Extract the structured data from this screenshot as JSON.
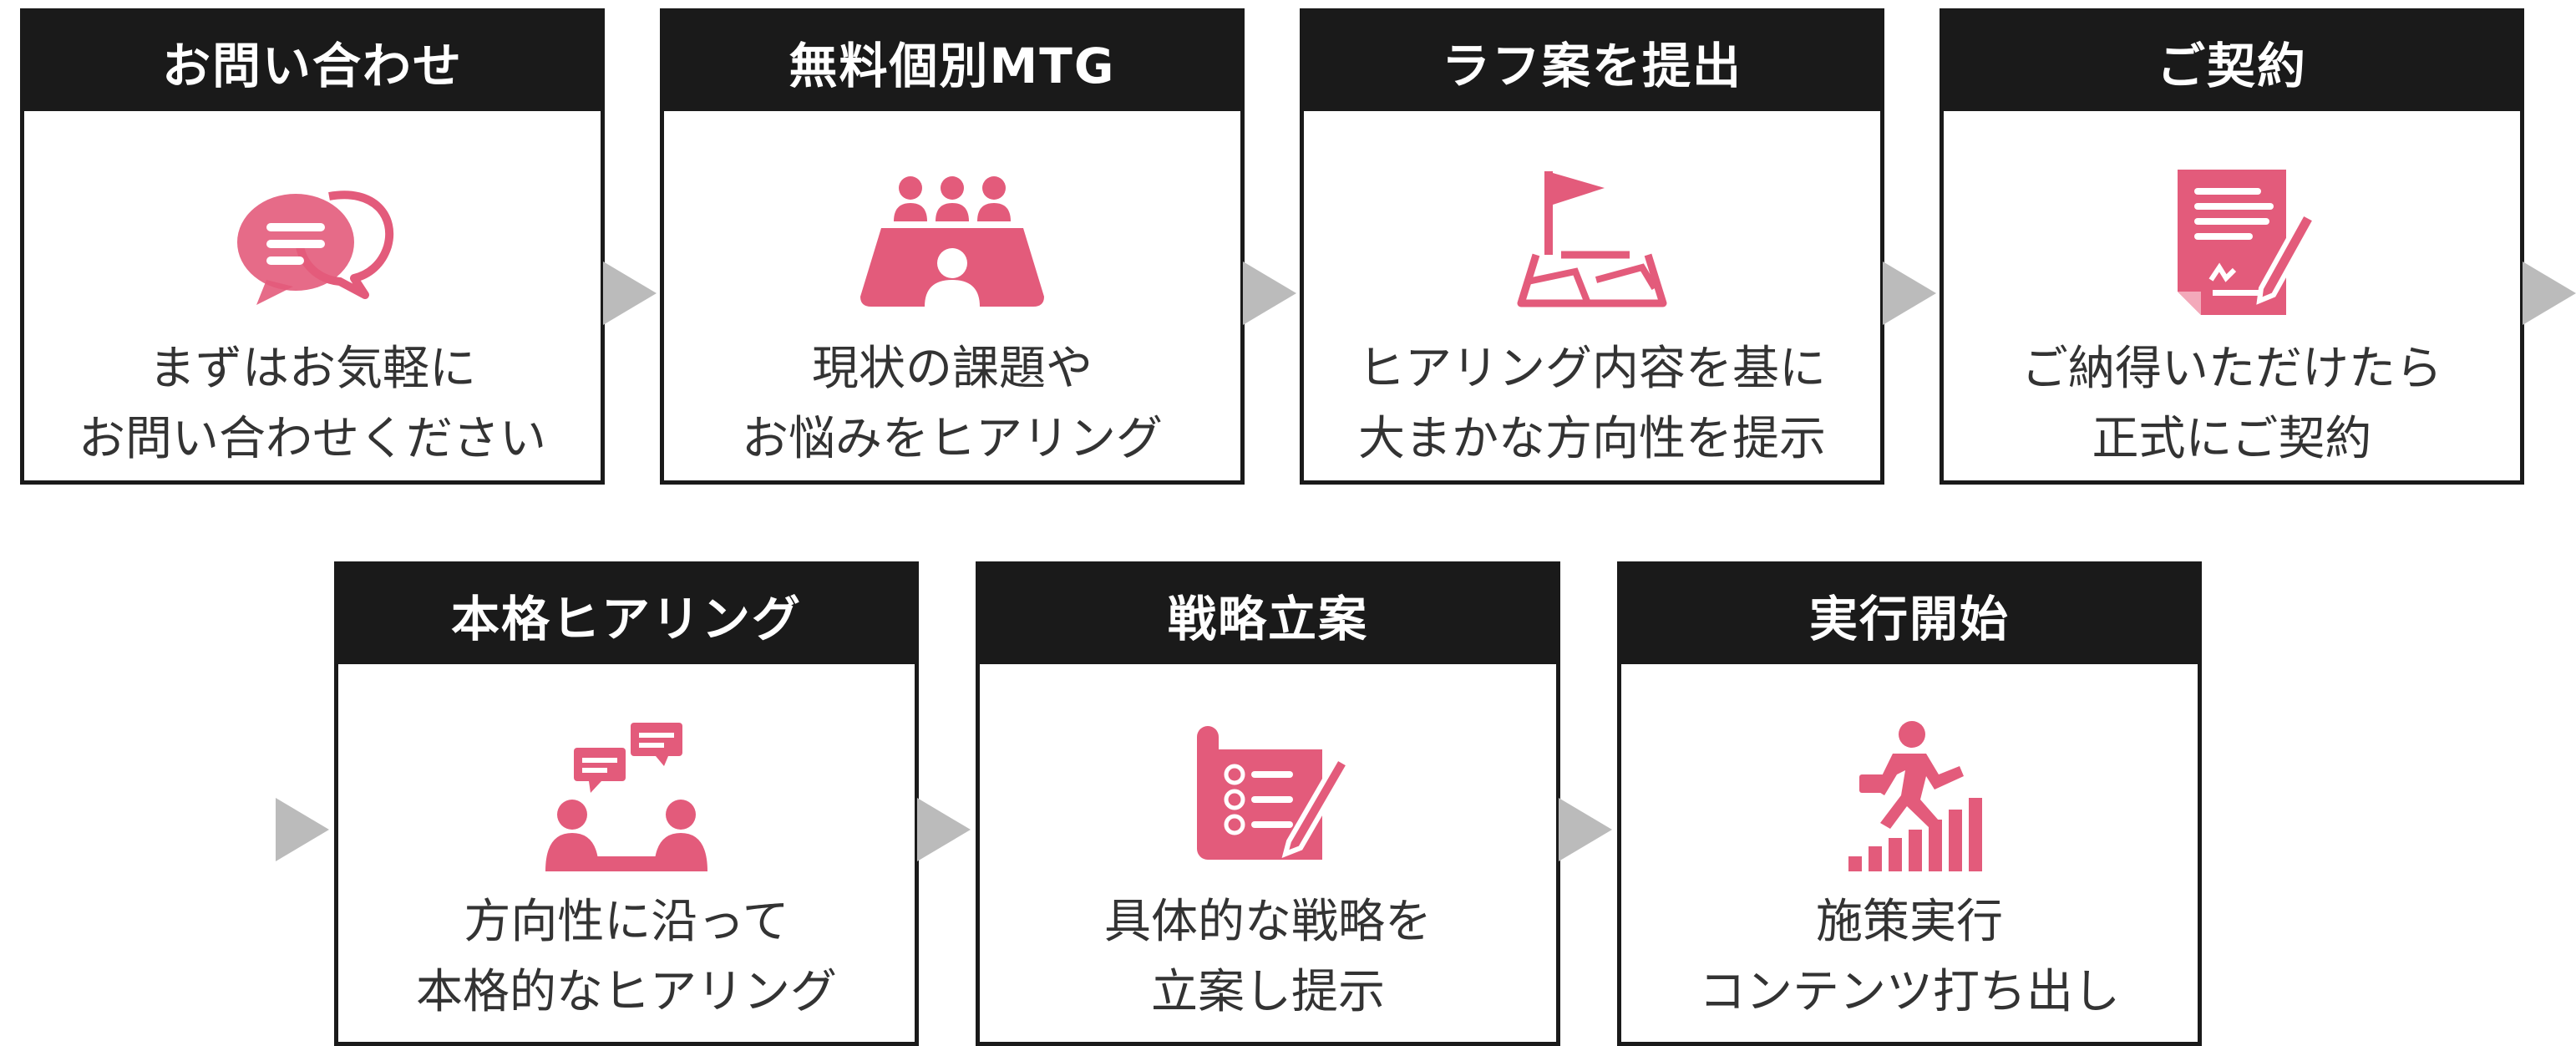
{
  "accent": "#e35b7b",
  "steps": [
    {
      "title": "お問い合わせ",
      "line1": "まずはお気軽に",
      "line2": "お問い合わせください",
      "icon": "chat-bubbles-icon"
    },
    {
      "title": "無料個別MTG",
      "line1": "現状の課題や",
      "line2": "お悩みをヒアリング",
      "icon": "meeting-table-icon"
    },
    {
      "title": "ラフ案を提出",
      "line1": "ヒアリング内容を基に",
      "line2": "大まかな方向性を提示",
      "icon": "flag-map-icon"
    },
    {
      "title": "ご契約",
      "line1": "ご納得いただけたら",
      "line2": "正式にご契約",
      "icon": "signed-document-icon"
    },
    {
      "title": "本格ヒアリング",
      "line1": "方向性に沿って",
      "line2": "本格的なヒアリング",
      "icon": "discussion-icon"
    },
    {
      "title": "戦略立案",
      "line1": "具体的な戦略を",
      "line2": "立案し提示",
      "icon": "checklist-plan-icon"
    },
    {
      "title": "実行開始",
      "line1": "施策実行",
      "line2": "コンテンツ打ち出し",
      "icon": "growth-stairs-icon"
    }
  ]
}
